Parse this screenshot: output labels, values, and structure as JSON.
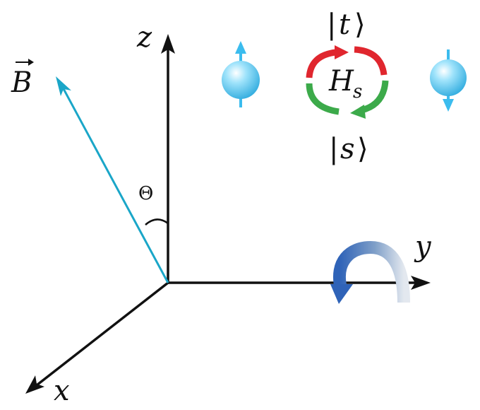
{
  "axes": {
    "z_label": "z",
    "y_label": "y",
    "x_label": "x"
  },
  "field": {
    "vector_symbol": "B",
    "angle_label": "Θ"
  },
  "states": {
    "triplet": {
      "bar": "|",
      "letter": "t",
      "bracket": "⟩"
    },
    "singlet": {
      "bar": "|",
      "letter": "s",
      "bracket": "⟩"
    },
    "hamiltonian": {
      "symbol": "H",
      "subscript": "s"
    }
  },
  "colors": {
    "axis": "#111111",
    "field_vector": "#1aa6c8",
    "spin_sphere": "#5ac9f2",
    "spin_arrow": "#3bbcee",
    "cycle_red": "#e0262e",
    "cycle_green": "#3caa4a",
    "rotation_arrow": "#3a6fc0"
  }
}
